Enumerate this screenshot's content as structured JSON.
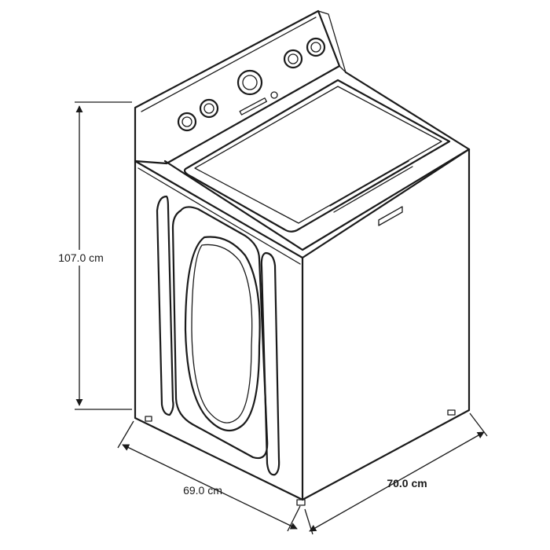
{
  "dimensions": {
    "height": "107.0 cm",
    "depth": "69.0 cm",
    "width": "70.0 cm"
  },
  "colors": {
    "line": "#1a1a1a",
    "background": "#ffffff"
  }
}
